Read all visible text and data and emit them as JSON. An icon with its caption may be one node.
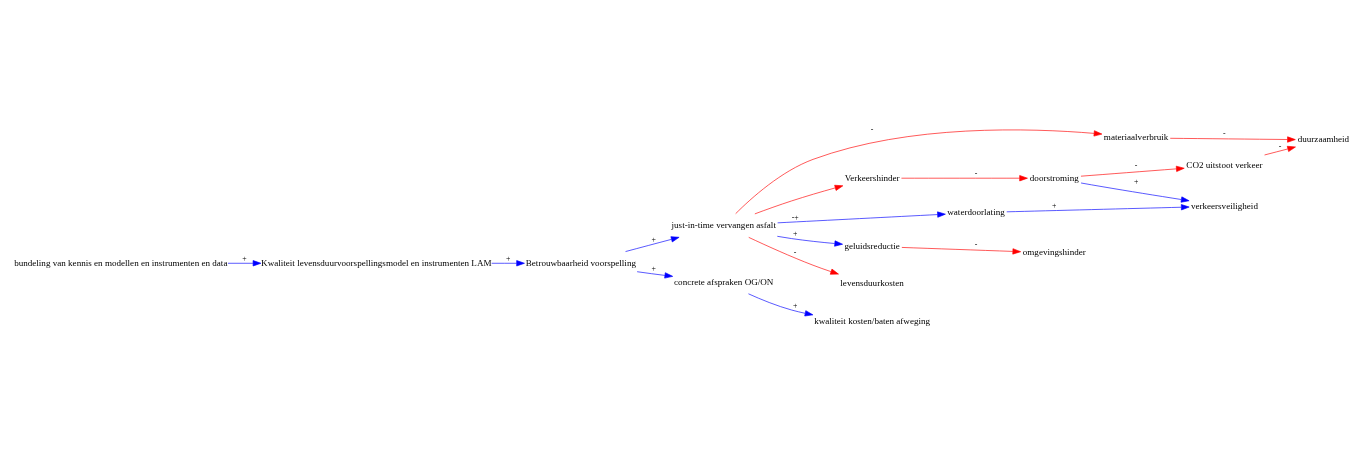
{
  "diagram": {
    "nodes": [
      {
        "text": [
          "bundeling van kennis en modellen en instrumenten en data"
        ]
      },
      {
        "text": [
          "Kwaliteit levensduurvoorspellingsmodel en instrumenten LAM"
        ]
      },
      {
        "text": [
          "Betrouwbaarheid voorspelling"
        ]
      },
      {
        "text": [
          "just-in-time vervangen asfalt"
        ]
      },
      {
        "text": [
          "Verkeershinder"
        ]
      },
      {
        "text": [
          "doorstroming"
        ]
      },
      {
        "text": [
          "waterdoorlating"
        ]
      },
      {
        "text": [
          "verkeersveiligheid"
        ]
      },
      {
        "text": [
          "geluidsreductie"
        ]
      },
      {
        "text": [
          "CO2 uitstoot verkeer"
        ]
      },
      {
        "text": [
          "omgevingshinder"
        ]
      },
      {
        "text": [
          "levensduurkosten"
        ]
      },
      {
        "text": [
          "materiaalverbruik"
        ]
      },
      {
        "text": [
          "concrete afspraken OG/ON"
        ]
      },
      {
        "text": [
          "duurzaamheid"
        ]
      },
      {
        "text": [
          "kwaliteit kosten/baten afweging"
        ]
      }
    ],
    "edges": [
      {
        "from": 0,
        "to": 1,
        "arrow": "to",
        "label": "+"
      },
      {
        "from": 1,
        "to": 2,
        "arrow": "to",
        "label": "+"
      },
      {
        "from": 2,
        "to": 3,
        "arrow": "to",
        "label": "+"
      },
      {
        "from": 3,
        "to": 4,
        "arrow": "to",
        "color": "#ff0000"
      },
      {
        "from": 4,
        "to": 5,
        "arrow": "to",
        "label": "-",
        "color": "#ff0000"
      },
      {
        "from": 3,
        "to": 6,
        "arrow": "to",
        "label": "-+"
      },
      {
        "from": 6,
        "to": 7,
        "arrow": "to",
        "label": "+"
      },
      {
        "from": 5,
        "to": 7,
        "arrow": "to",
        "label": "+"
      },
      {
        "from": 5,
        "to": 9,
        "arrow": "to",
        "label": "-",
        "color": "#ff0000"
      },
      {
        "from": 3,
        "to": 8,
        "arrow": "to",
        "label": "+"
      },
      {
        "from": 8,
        "to": 10,
        "arrow": "to",
        "label": "-",
        "color": "#ff0000"
      },
      {
        "from": 3,
        "to": 11,
        "arrow": "to",
        "label": "-",
        "color": "#ff0000"
      },
      {
        "from": 3,
        "to": 12,
        "arrow": "to",
        "label": "-",
        "color": "#ff0000"
      },
      {
        "from": 2,
        "to": 13,
        "arrow": "to",
        "label": "+"
      },
      {
        "from": 12,
        "to": 14,
        "arrow": "to",
        "label": "-",
        "color": "#ff0000"
      },
      {
        "from": 9,
        "to": 14,
        "arrow": "to",
        "label": "-",
        "color": "#ff0000"
      },
      {
        "from": 13,
        "to": 15,
        "arrow": "to",
        "label": "+"
      }
    ]
  }
}
